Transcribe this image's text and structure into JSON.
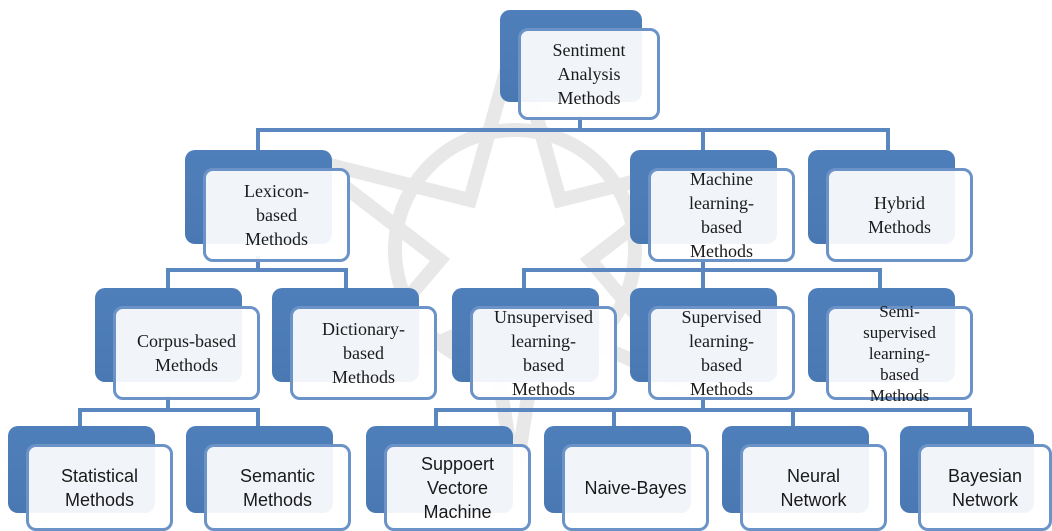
{
  "diagram": {
    "root": "Sentiment\nAnalysis\nMethods",
    "lexicon": "Lexicon-\nbased\nMethods",
    "ml": "Machine\nlearning-\nbased\nMethods",
    "hybrid": "Hybrid\nMethods",
    "corpus": "Corpus-based\nMethods",
    "dictionary": "Dictionary-\nbased\nMethods",
    "unsupervised": "Unsupervised\nlearning-\nbased\nMethods",
    "supervised": "Supervised\nlearning-\nbased\nMethods",
    "semi": "Semi-\nsupervised\nlearning-\nbased\nMethods",
    "statistical": "Statistical\nMethods",
    "semantic": "Semantic\nMethods",
    "svm": "Suppoert\nVectore\nMachine",
    "naive": "Naive-Bayes",
    "neural": "Neural\nNetwork",
    "bayesian": "Bayesian\nNetwork"
  },
  "colors": {
    "box_back": "#4f7fba",
    "box_border": "#6b93c8",
    "connector": "#5a87c0"
  }
}
